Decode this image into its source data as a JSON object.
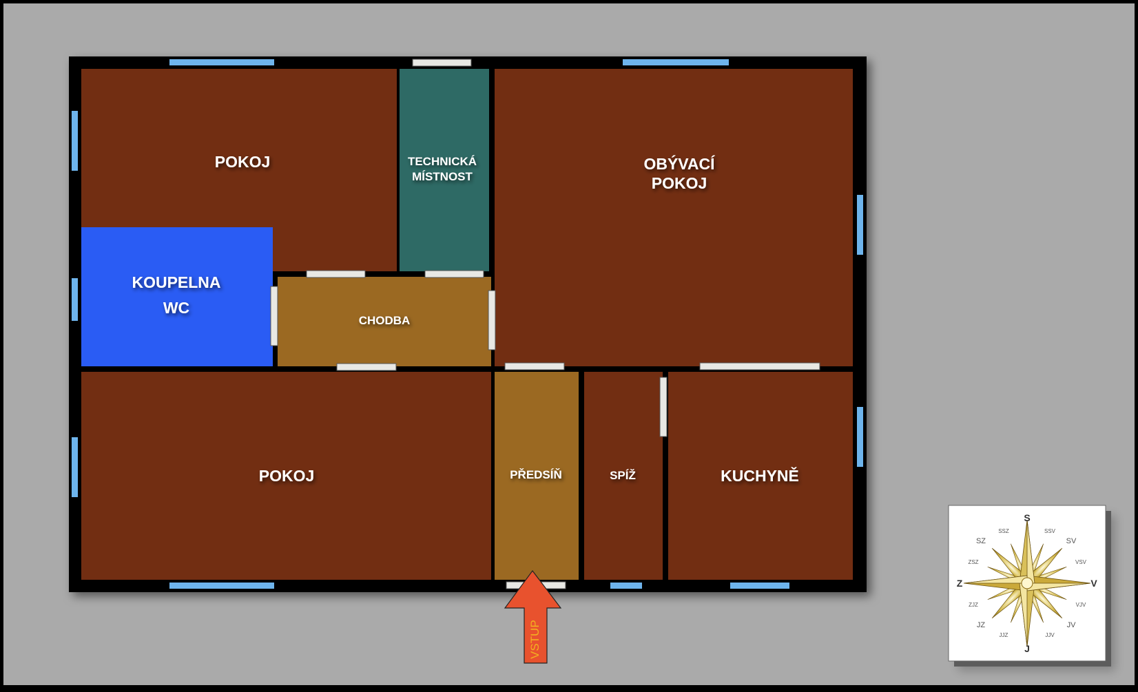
{
  "colors": {
    "background": "#aaaaaa",
    "frame": "#000000",
    "room": "#722e12",
    "technical": "#2e6a65",
    "bathroom": "#2a5cf4",
    "corridor": "#9b6922",
    "window": "#6eb4ec",
    "door": "#e8e8e4",
    "entrance_arrow": "#e8522e",
    "entrance_text": "#f3b020"
  },
  "rooms": {
    "bedroom_top": {
      "label": "POKOJ"
    },
    "technical_room": {
      "label_line1": "TECHNICKÁ",
      "label_line2": "MÍSTNOST"
    },
    "living_room": {
      "label_line1": "OBÝVACÍ",
      "label_line2": "POKOJ"
    },
    "bathroom": {
      "label_line1": "KOUPELNA",
      "label_line2": "WC"
    },
    "corridor": {
      "label": "CHODBA"
    },
    "bedroom_bottom": {
      "label": "POKOJ"
    },
    "hallway": {
      "label": "PŘEDSÍŇ"
    },
    "pantry": {
      "label": "SPÍŽ"
    },
    "kitchen": {
      "label": "KUCHYNĚ"
    }
  },
  "entrance": {
    "label": "VSTUP"
  },
  "compass": {
    "icon": "compass-rose-icon",
    "cardinal": {
      "north": "S",
      "south": "J",
      "west": "Z",
      "east": "V"
    },
    "intercardinal": {
      "nw": "SZ",
      "ne": "SV",
      "sw": "JZ",
      "se": "JV"
    },
    "minor": {
      "nnw": "SSZ",
      "nne": "SSV",
      "wnw": "ZSZ",
      "ene": "VSV",
      "wsw": "ZJZ",
      "ese": "VJV",
      "ssw": "JJZ",
      "sse": "JJV"
    }
  }
}
